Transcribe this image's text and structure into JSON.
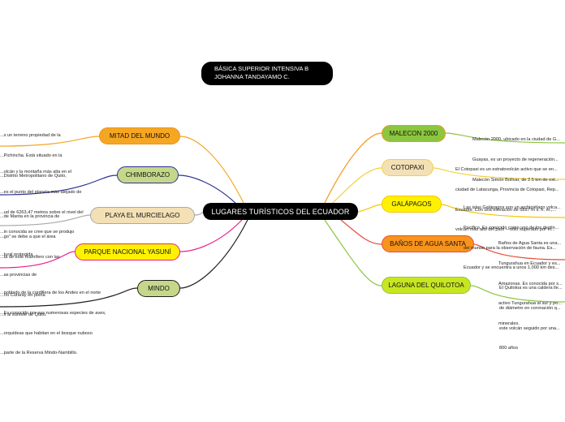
{
  "header": {
    "line1": "BÁSICA SUPERIOR INTENSIVA B",
    "line2": "JOHANNA TANDAYAMO C."
  },
  "central_topic": "LUGARES TURÍSTICOS DEL ECUADOR",
  "colors": {
    "mitad_del_mundo": "#f5a623",
    "chimborazo": "#2e3192",
    "playa_el_murcielago": "#a7a9ac",
    "parque_nacional_yasuni": "#e91e8c",
    "mindo": "#231f20",
    "malecon_2000": "#f7941d",
    "cotopaxi": "#f4d03f",
    "galapagos": "#f5c400",
    "banos_de_agua_santa": "#e74c3c",
    "laguna_del_quilotoa": "#8cc63f"
  },
  "left_branches": [
    {
      "label": "MITAD DEL MUNDO",
      "fill": "#f5a623",
      "description": [
        "...s un terreno propiedad de la",
        "...Pichincha. Está situado en la",
        "...Distrito Metropolitano de Quito,"
      ]
    },
    {
      "label": "CHIMBORAZO",
      "fill": "#c5d88a",
      "description": [
        "...olcán y la montaña más alta en el",
        "...es el punto del planeta más alejado de",
        "...ud de 6263,47 metros sobre el nivel del",
        "...in conocida se cree que se produjo"
      ]
    },
    {
      "label": "PLAYA EL MURCIELAGO",
      "fill": "#f3e0b5",
      "description": [
        "...de Manta en la provincia de",
        "...go\" se debe a que el área",
        "...ta de este mamífero con las"
      ]
    },
    {
      "label": "PARQUE NACIONAL YASUNÍ",
      "fill": "#fff200",
      "description": [
        "...tural protegida",
        "...as provincias de",
        "...río Curaray en plena",
        "...s al sureste de Quito."
      ]
    },
    {
      "label": "MINDO",
      "fill": "#c5d88a",
      "description": [
        "...poblado de la cordillera de los Andes en el norte",
        "...Es conocido por sus numerosas especies de aves,",
        "...orquídeas que habitan en el bosque nuboso",
        "...parte de la Reserva Mindo-Nambillo."
      ]
    }
  ],
  "right_branches": [
    {
      "label": "MALECON 2000",
      "fill": "#8cc63f",
      "description": [
        "Malecón 2000, ubicado en la ciudad de G...",
        "Guayas, es un proyecto de regeneración...",
        "Malecón Simón Bolívar, de 2.5 km de ext..."
      ]
    },
    {
      "label": "COTOPAXI",
      "fill": "#f3e0b5",
      "description": [
        "El Cotopaxi es un estratovolcán activo que se en...",
        "ciudad de Latacunga, Provincia de Cotopaxi, Rep...",
        "Ecuador. Con una elevación de 5897 m s. n. m.,...",
        "volcán más alto del país —sólo superado por el..."
      ]
    },
    {
      "label": "GALÁPAGOS",
      "fill": "#fff200",
      "description": [
        "Las islas Galápagos son un archipiélago volca...",
        "Pacífico. Es conocido como uno de los destin...",
        "del mundo para la observación de fauna. Es...",
        "Ecuador y se encuentra a unos 1,000 km des..."
      ]
    },
    {
      "label": "BAÑOS DE AGUA SANTA",
      "fill": "#f7941d",
      "description": [
        "Baños de Agua Santa es una...",
        "Tungurahua en Ecuador y es...",
        "Amazonas. Es conocida por s...",
        "activo Tungurahua al sur y po...",
        "minerales."
      ]
    },
    {
      "label": "LAGUNA DEL QUILOTOA",
      "fill": "#c8e620",
      "description": [
        "El Quilotoa es una caldera lle...",
        "de diámetro en coronación q...",
        "este volcán seguido por una...",
        "800 años"
      ]
    }
  ]
}
